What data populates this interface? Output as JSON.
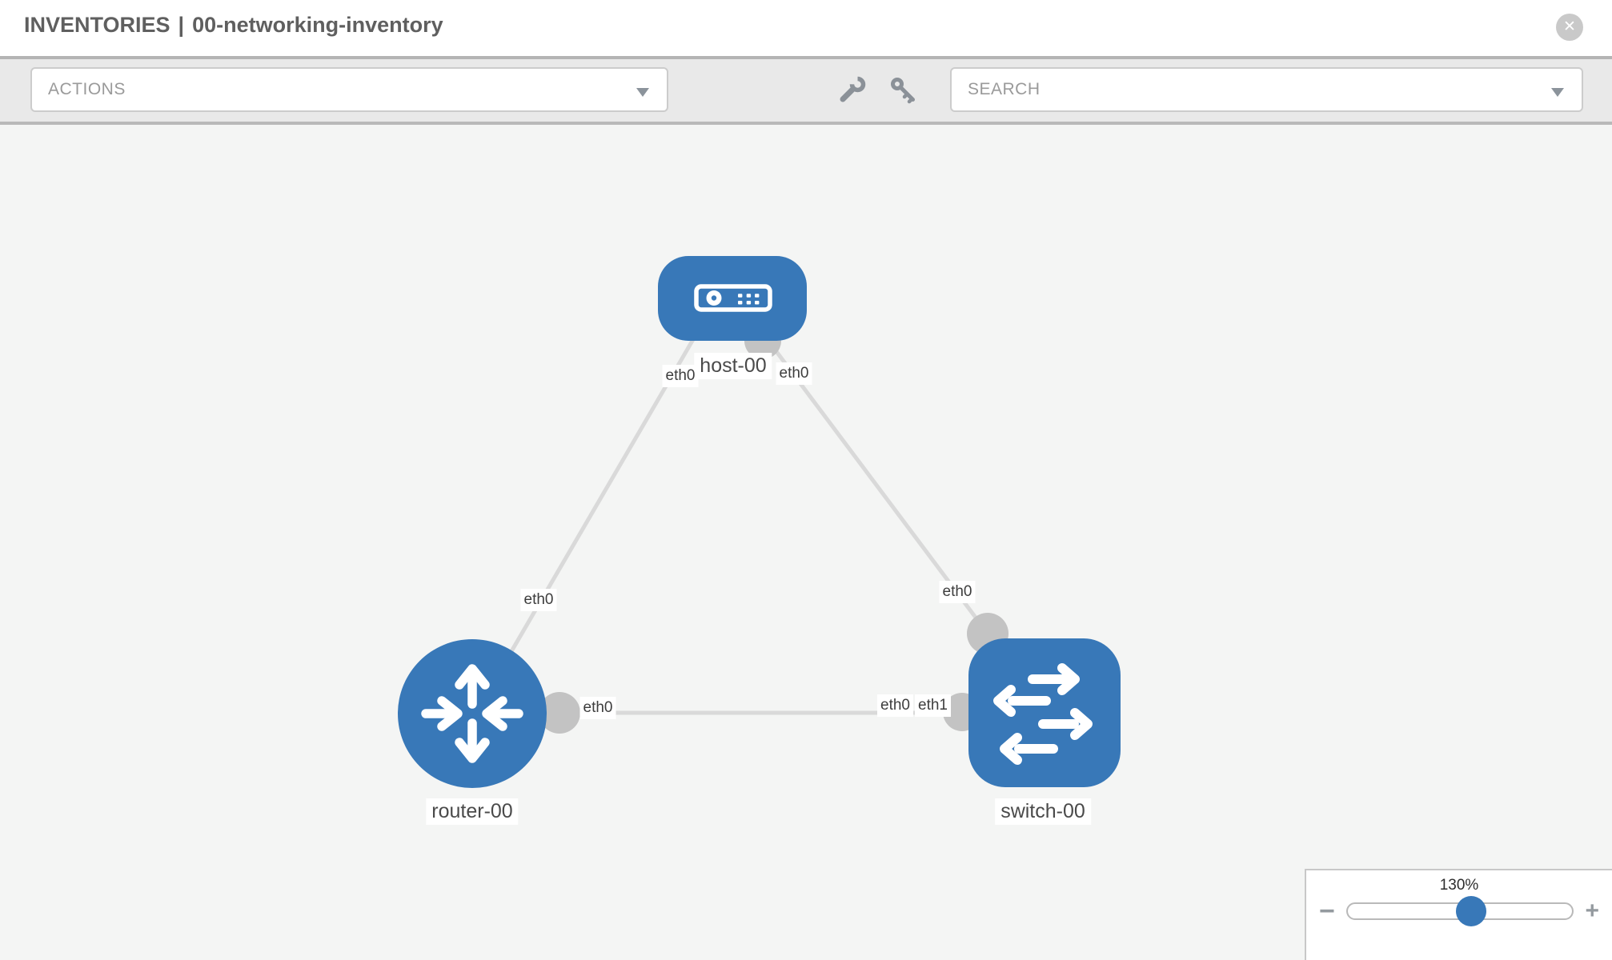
{
  "header": {
    "section": "INVENTORIES",
    "separator": "|",
    "item": "00-networking-inventory"
  },
  "toolbar": {
    "actions_label": "ACTIONS",
    "search_label": "SEARCH"
  },
  "icons": {
    "close_glyph": "✕"
  },
  "graph": {
    "nodes": {
      "host": {
        "label": "host-00",
        "type": "host"
      },
      "router": {
        "label": "router-00",
        "type": "router"
      },
      "switch": {
        "label": "switch-00",
        "type": "switch"
      }
    },
    "interfaces": {
      "host_left": "eth0",
      "host_right": "eth0",
      "host_router_link": "eth0",
      "host_switch_link": "eth0",
      "router_right": "eth0",
      "switch_left_hidden": "eth0",
      "switch_left": "eth1"
    },
    "colors": {
      "node_blue": "#3878b8",
      "link_gray": "#d9d9d9",
      "port_gray": "#c3c3c3"
    }
  },
  "zoom_control": {
    "level": "130%",
    "minus_glyph": "−",
    "plus_glyph": "+"
  }
}
